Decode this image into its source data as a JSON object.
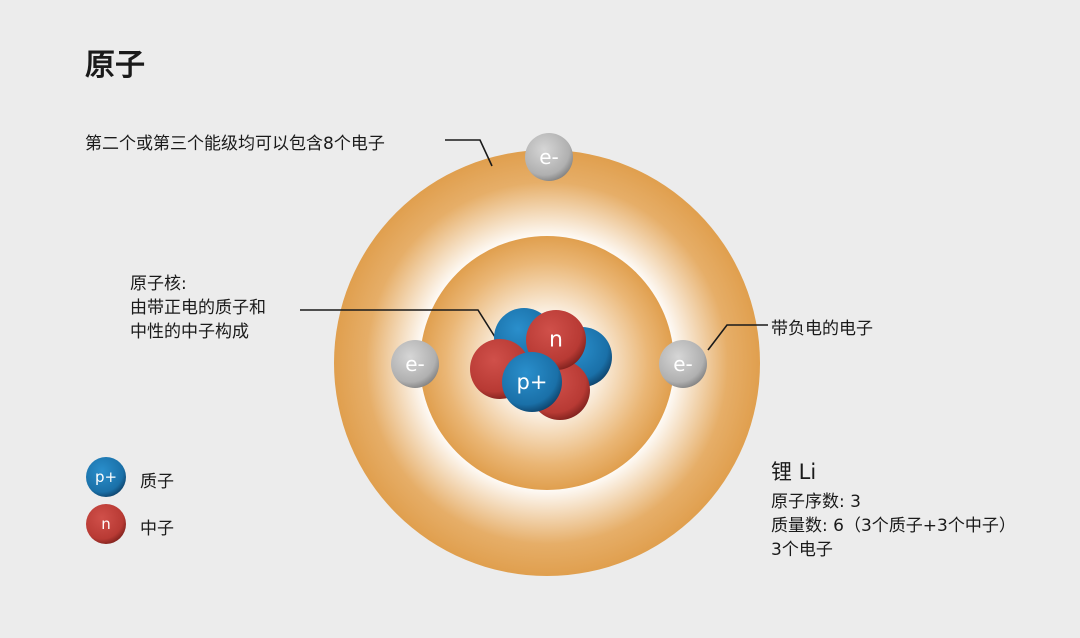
{
  "title": "原子",
  "annotations": {
    "shell": "第二个或第三个能级均可以包含8个电子",
    "nucleus_title": "原子核:",
    "nucleus_line1": "由带正电的质子和",
    "nucleus_line2": "中性的中子构成",
    "electron": "带负电的电子"
  },
  "particles": {
    "electron": "e-",
    "proton": "p+",
    "neutron": "n"
  },
  "legend": [
    {
      "symbol": "p+",
      "label": "质子"
    },
    {
      "symbol": "n",
      "label": "中子"
    }
  ],
  "info": {
    "element": "锂 Li",
    "atomic_number": "原子序数: 3",
    "mass_number": "质量数: 6（3个质子+3个中子）",
    "electrons": "3个电子"
  },
  "colors": {
    "shell": "#e1a04f",
    "proton": "#1f7bb3",
    "neutron": "#c13f38",
    "electron": "#b5b5b5"
  }
}
